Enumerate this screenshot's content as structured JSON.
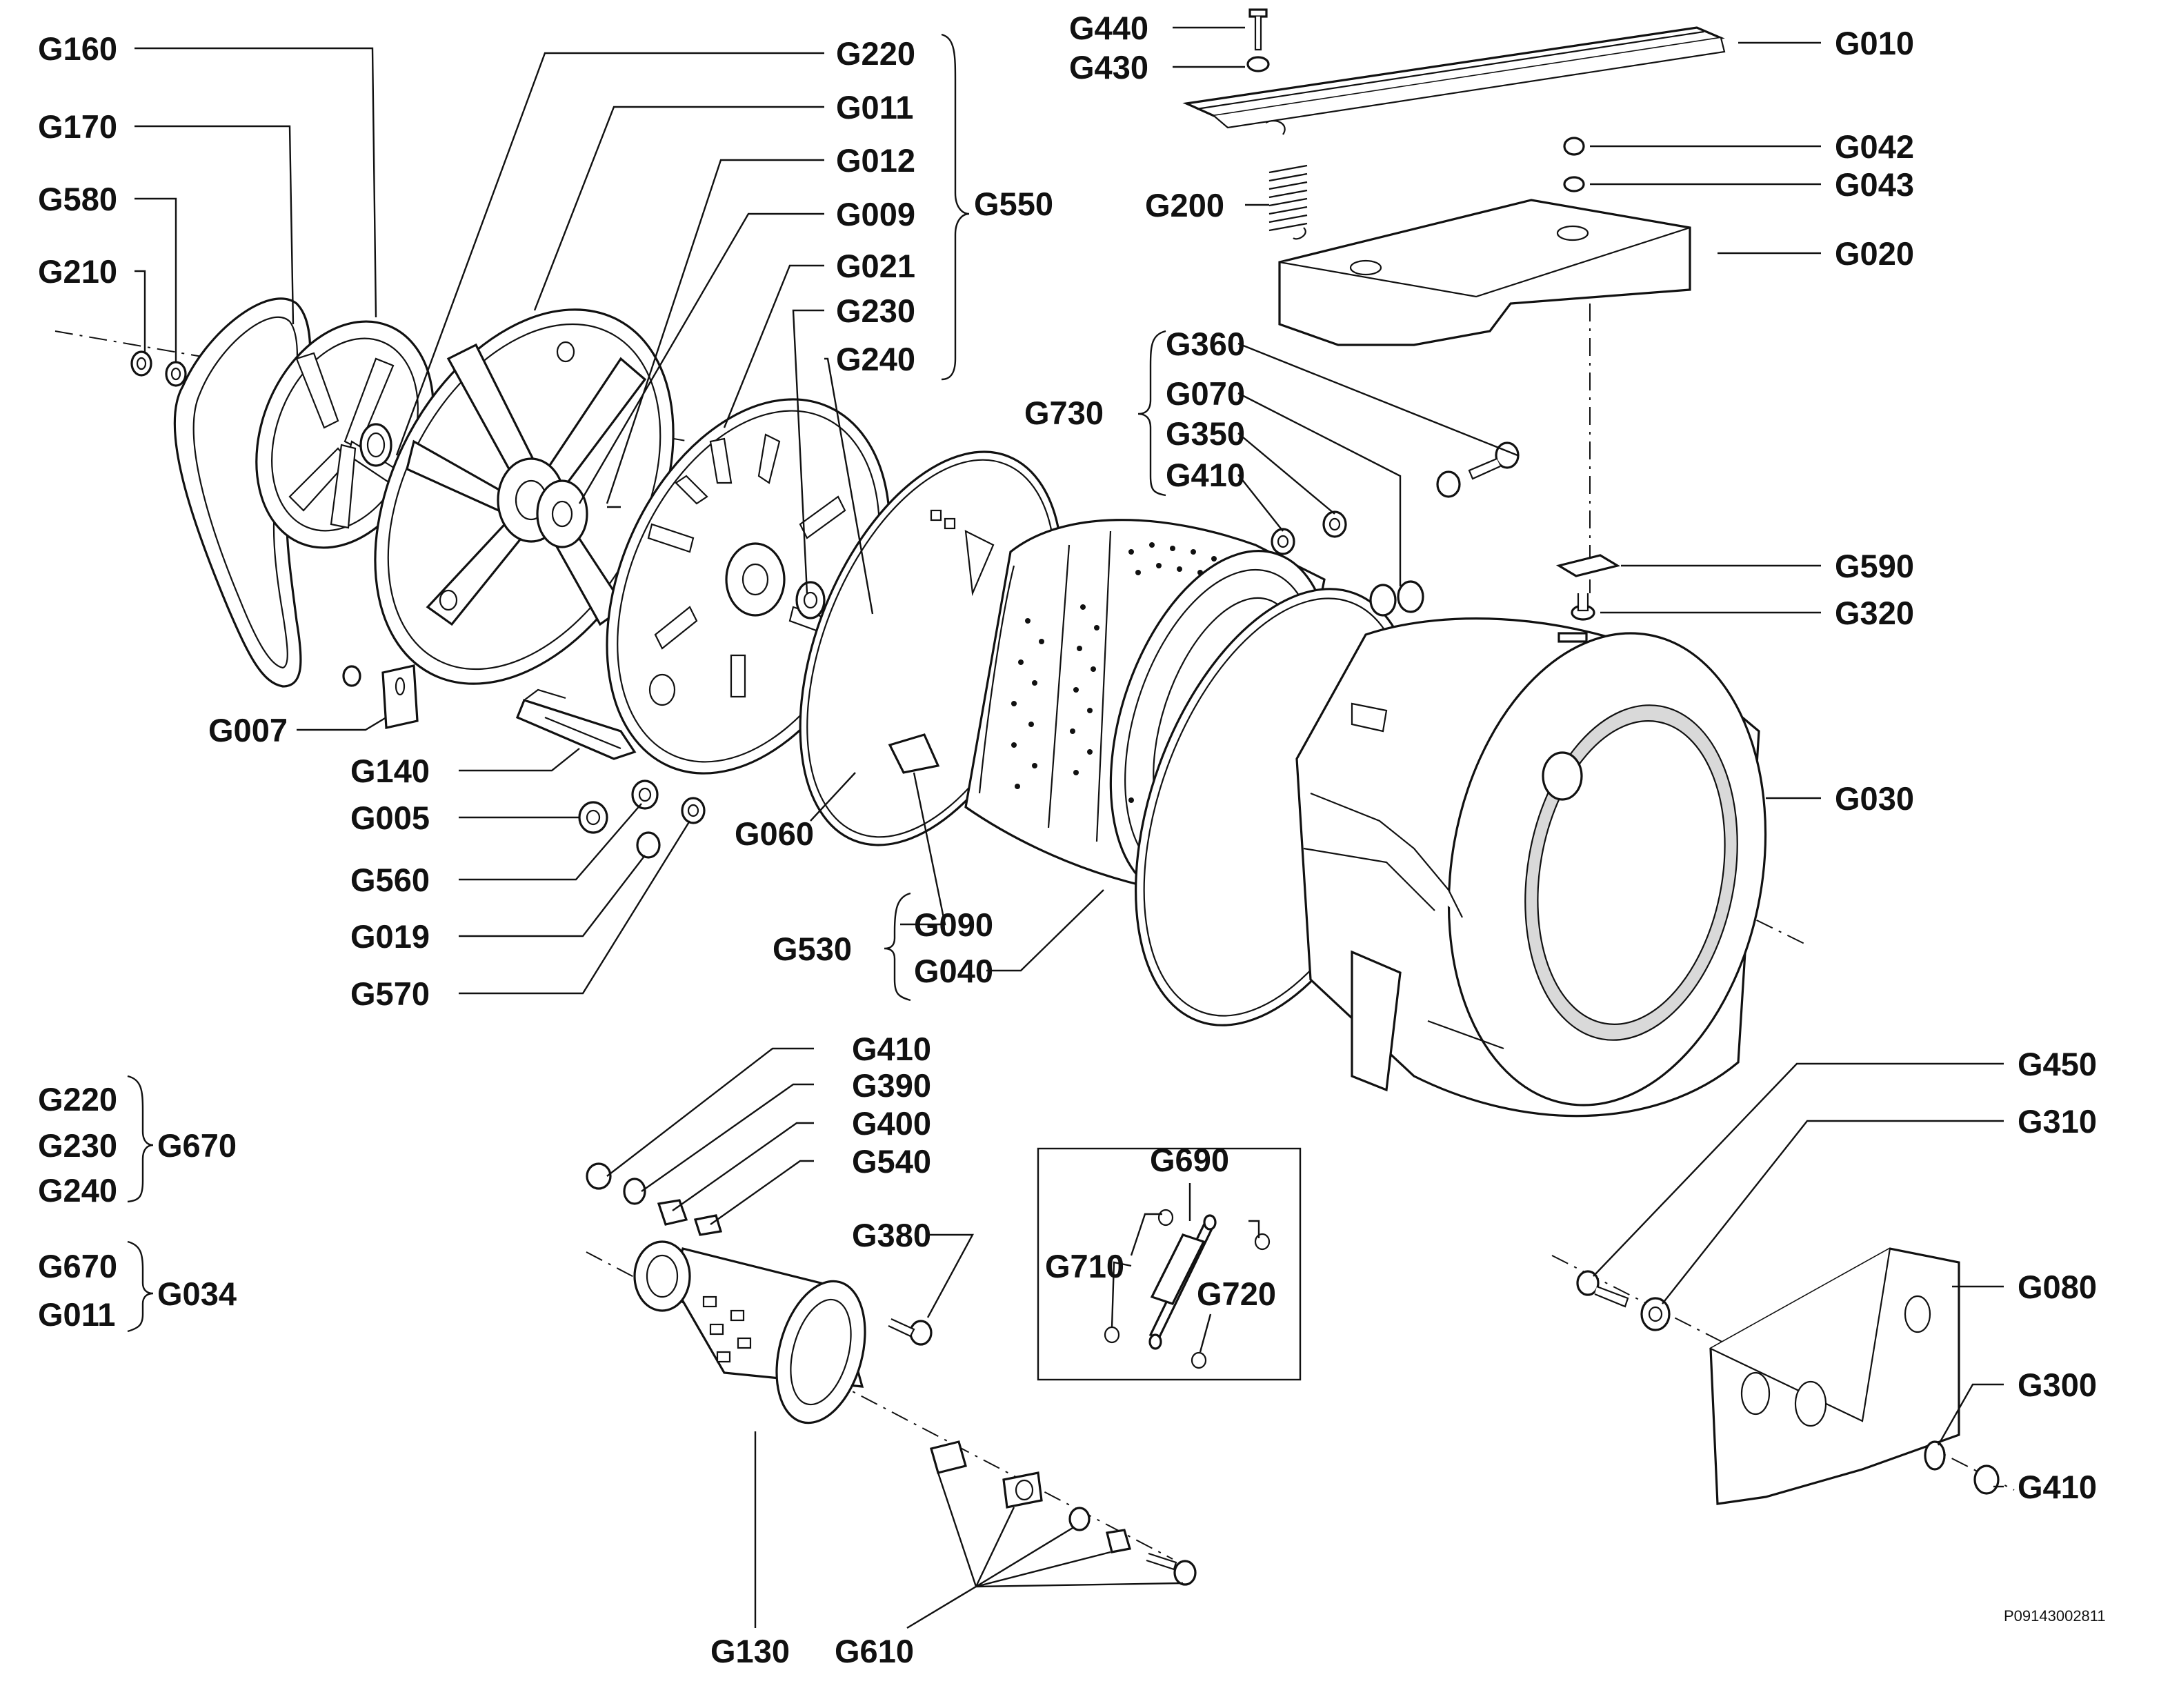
{
  "drawing_code": "P09143002811",
  "labels": {
    "G160": "G160",
    "G170": "G170",
    "G580": "G580",
    "G210": "G210",
    "G220": "G220",
    "G011": "G011",
    "G012": "G012",
    "G009": "G009",
    "G021": "G021",
    "G230": "G230",
    "G240": "G240",
    "G550": "G550",
    "G440": "G440",
    "G430": "G430",
    "G010": "G010",
    "G042": "G042",
    "G043": "G043",
    "G200": "G200",
    "G020": "G020",
    "G360": "G360",
    "G070": "G070",
    "G350": "G350",
    "G410": "G410",
    "G730": "G730",
    "G590": "G590",
    "G320": "G320",
    "G007": "G007",
    "G140": "G140",
    "G005": "G005",
    "G560": "G560",
    "G019": "G019",
    "G570": "G570",
    "G060": "G060",
    "G090": "G090",
    "G530": "G530",
    "G040": "G040",
    "G030": "G030",
    "G670": "G670",
    "G034": "G034",
    "G390": "G390",
    "G400": "G400",
    "G540": "G540",
    "G380": "G380",
    "G690": "G690",
    "G710": "G710",
    "G720": "G720",
    "G450": "G450",
    "G310": "G310",
    "G080": "G080",
    "G300": "G300",
    "G130": "G130",
    "G610": "G610"
  }
}
